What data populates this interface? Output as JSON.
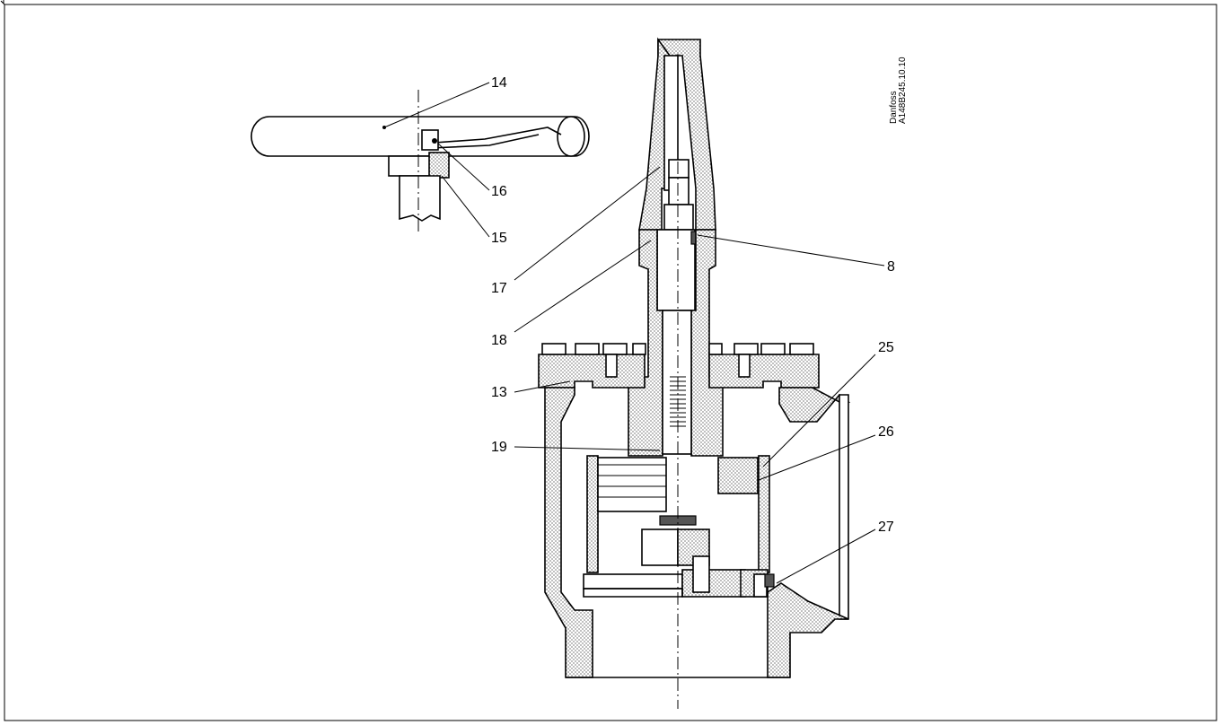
{
  "drawing": {
    "brand_name": "Danfoss",
    "drawing_code": "A148B245.10.10"
  },
  "callouts": [
    {
      "id": "14",
      "label": "14"
    },
    {
      "id": "15",
      "label": "15"
    },
    {
      "id": "16",
      "label": "16"
    },
    {
      "id": "17",
      "label": "17"
    },
    {
      "id": "8",
      "label": "8"
    },
    {
      "id": "18",
      "label": "18"
    },
    {
      "id": "13",
      "label": "13"
    },
    {
      "id": "25",
      "label": "25"
    },
    {
      "id": "19",
      "label": "19"
    },
    {
      "id": "26",
      "label": "26"
    },
    {
      "id": "27",
      "label": "27"
    }
  ]
}
